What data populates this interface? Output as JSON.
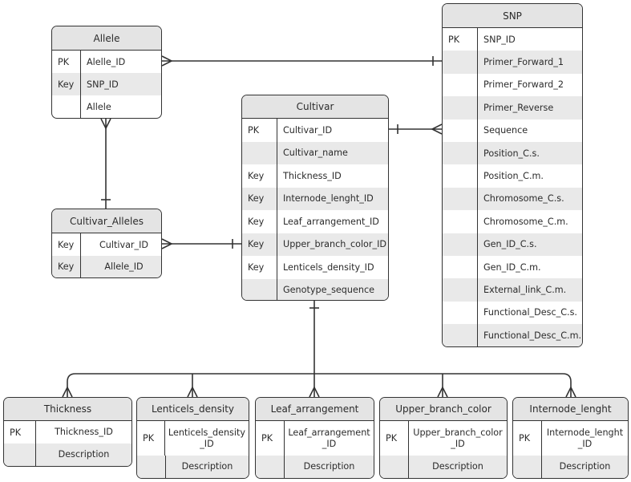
{
  "entities": {
    "allele": {
      "title": "Allele",
      "rows": [
        {
          "key": "PK",
          "field": "Alelle_ID"
        },
        {
          "key": "Key",
          "field": "SNP_ID"
        },
        {
          "key": "",
          "field": "Allele"
        }
      ]
    },
    "cultivar_alleles": {
      "title": "Cultivar_Alleles",
      "rows": [
        {
          "key": "Key",
          "field": "Cultivar_ID"
        },
        {
          "key": "Key",
          "field": "Allele_ID"
        }
      ]
    },
    "cultivar": {
      "title": "Cultivar",
      "rows": [
        {
          "key": "PK",
          "field": "Cultivar_ID"
        },
        {
          "key": "",
          "field": "Cultivar_name"
        },
        {
          "key": "Key",
          "field": "Thickness_ID"
        },
        {
          "key": "Key",
          "field": "Internode_lenght_ID"
        },
        {
          "key": "Key",
          "field": "Leaf_arrangement_ID"
        },
        {
          "key": "Key",
          "field": "Upper_branch_color_ID"
        },
        {
          "key": "Key",
          "field": "Lenticels_density_ID"
        },
        {
          "key": "",
          "field": "Genotype_sequence"
        }
      ]
    },
    "snp": {
      "title": "SNP",
      "rows": [
        {
          "key": "PK",
          "field": "SNP_ID"
        },
        {
          "key": "",
          "field": "Primer_Forward_1"
        },
        {
          "key": "",
          "field": "Primer_Forward_2"
        },
        {
          "key": "",
          "field": "Primer_Reverse"
        },
        {
          "key": "",
          "field": "Sequence"
        },
        {
          "key": "",
          "field": "Position_C.s."
        },
        {
          "key": "",
          "field": "Position_C.m."
        },
        {
          "key": "",
          "field": "Chromosome_C.s."
        },
        {
          "key": "",
          "field": "Chromosome_C.m."
        },
        {
          "key": "",
          "field": "Gen_ID_C.s."
        },
        {
          "key": "",
          "field": "Gen_ID_C.m."
        },
        {
          "key": "",
          "field": "External_link_C.m."
        },
        {
          "key": "",
          "field": "Functional_Desc_C.s."
        },
        {
          "key": "",
          "field": "Functional_Desc_C.m."
        }
      ]
    },
    "thickness": {
      "title": "Thickness",
      "rows": [
        {
          "key": "PK",
          "field": "Thickness_ID"
        },
        {
          "key": "",
          "field": "Description"
        }
      ]
    },
    "lenticels_density": {
      "title": "Lenticels_density",
      "rows": [
        {
          "key": "PK",
          "field": "Lenticels_density\n_ID"
        },
        {
          "key": "",
          "field": "Description"
        }
      ]
    },
    "leaf_arrangement": {
      "title": "Leaf_arrangement",
      "rows": [
        {
          "key": "PK",
          "field": "Leaf_arrangement\n_ID"
        },
        {
          "key": "",
          "field": "Description"
        }
      ]
    },
    "upper_branch_color": {
      "title": "Upper_branch_color",
      "rows": [
        {
          "key": "PK",
          "field": "Upper_branch_color\n_ID"
        },
        {
          "key": "",
          "field": "Description"
        }
      ]
    },
    "internode_lenght": {
      "title": "Internode_lenght",
      "rows": [
        {
          "key": "PK",
          "field": "Internode_lenght\n_ID"
        },
        {
          "key": "",
          "field": "Description"
        }
      ]
    }
  }
}
